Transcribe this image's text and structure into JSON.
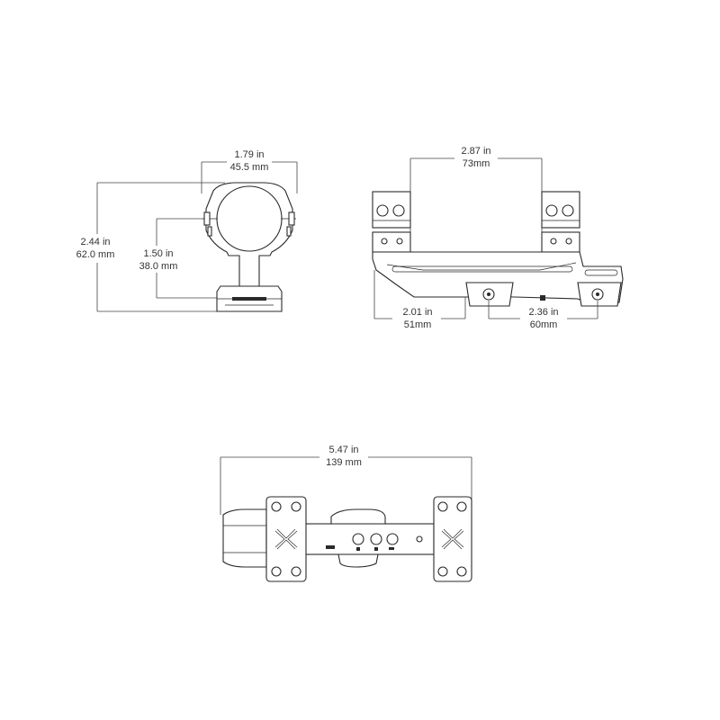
{
  "dimensions": {
    "ring_width": {
      "in": "1.79 in",
      "mm": "45.5 mm"
    },
    "overall_height": {
      "in": "2.44 in",
      "mm": "62.0 mm"
    },
    "center_height": {
      "in": "1.50 in",
      "mm": "38.0 mm"
    },
    "ring_spacing": {
      "in": "2.87 in",
      "mm": "73mm"
    },
    "rear_offset": {
      "in": "2.01 in",
      "mm": "51mm"
    },
    "clamp_offset": {
      "in": "2.36 in",
      "mm": "60mm"
    },
    "overall_length": {
      "in": "5.47 in",
      "mm": "139 mm"
    }
  },
  "colors": {
    "line": "#2a2a2a",
    "dimension_text": "#333333",
    "background": "#ffffff"
  }
}
